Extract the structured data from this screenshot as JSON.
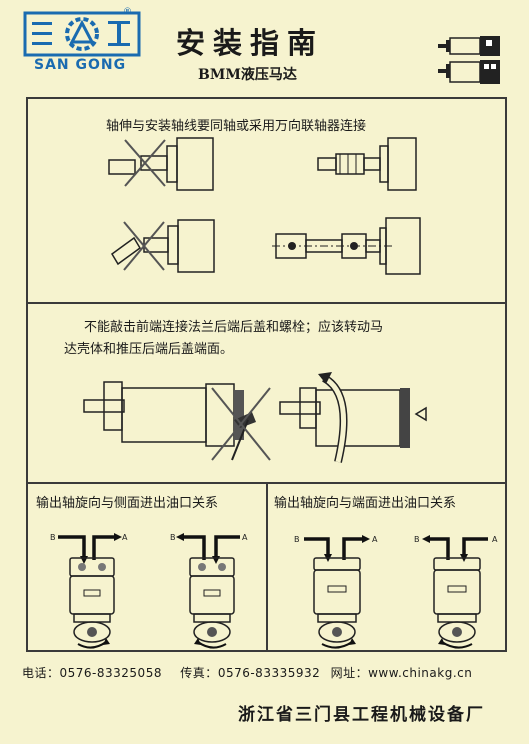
{
  "logo": {
    "word": "SAN GONG",
    "reg_mark": "®"
  },
  "header": {
    "title": "安装指南",
    "subtitle": "BMM液压马达"
  },
  "sections": {
    "alignment": {
      "text": "轴伸与安装轴线要同轴或采用万向联轴器连接"
    },
    "impact": {
      "line1": "不能敲击前端连接法兰后端后盖和螺栓；应该转动马",
      "line2": "达壳体和推压后端后盖端面。"
    },
    "side_ports": {
      "title": "输出轴旋向与侧面进出油口关系"
    },
    "end_ports": {
      "title": "输出轴旋向与端面进出油口关系"
    }
  },
  "port_labels": {
    "a": "A",
    "b": "B"
  },
  "footer": {
    "phone_label": "电话：",
    "phone": "0576-83325058",
    "fax_label": "传真：",
    "fax": "0576-83335932",
    "web_label": "网址：",
    "web": "www.chinakg.cn"
  },
  "company": "浙江省三门县工程机械设备厂",
  "colors": {
    "background": "#f6f3cf",
    "brand_blue": "#1a6bb0",
    "ink": "#1a1a1a"
  }
}
